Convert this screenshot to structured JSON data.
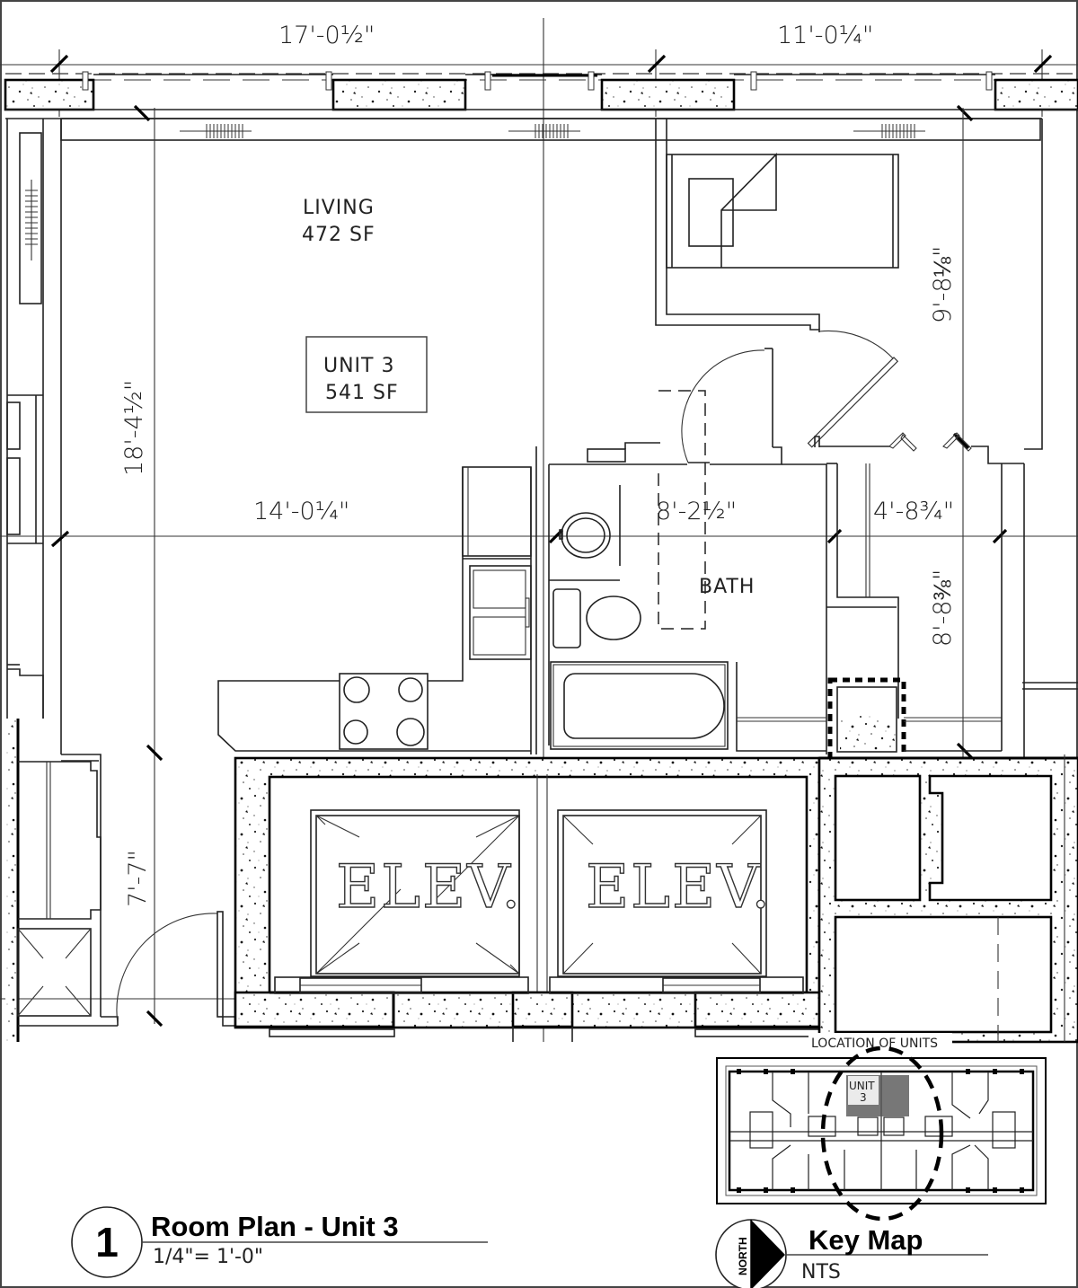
{
  "drawing": {
    "type": "architectural floor plan",
    "border_color": "#000000",
    "concrete_fill": "speckled"
  },
  "dimensions": {
    "top_left": "17'-0½\"",
    "top_right": "11'-0¼\"",
    "living_height": "18'-4½\"",
    "living_width": "14'-0¼\"",
    "bath_width": "8'-2½\"",
    "closet_width": "4'-8¾\"",
    "bedroom_depth": "9'-8⅛\"",
    "closet_depth": "8'-8⅜\"",
    "entry_depth": "7'-7\""
  },
  "rooms": {
    "living_name": "LIVING",
    "living_area": "472 SF",
    "unit_name": "UNIT 3",
    "unit_area": "541 SF",
    "bath_name": "BATH",
    "elevator_left": "ELEV.",
    "elevator_right": "ELEV."
  },
  "title_block": {
    "number": "1",
    "title": "Room Plan - Unit 3",
    "scale": "1/4\"= 1'-0\""
  },
  "key_map": {
    "caption": "LOCATION OF UNITS",
    "unit_label_1": "UNIT",
    "unit_label_2": "3",
    "north_label": "NORTH",
    "title": "Key Map",
    "scale": "NTS"
  }
}
